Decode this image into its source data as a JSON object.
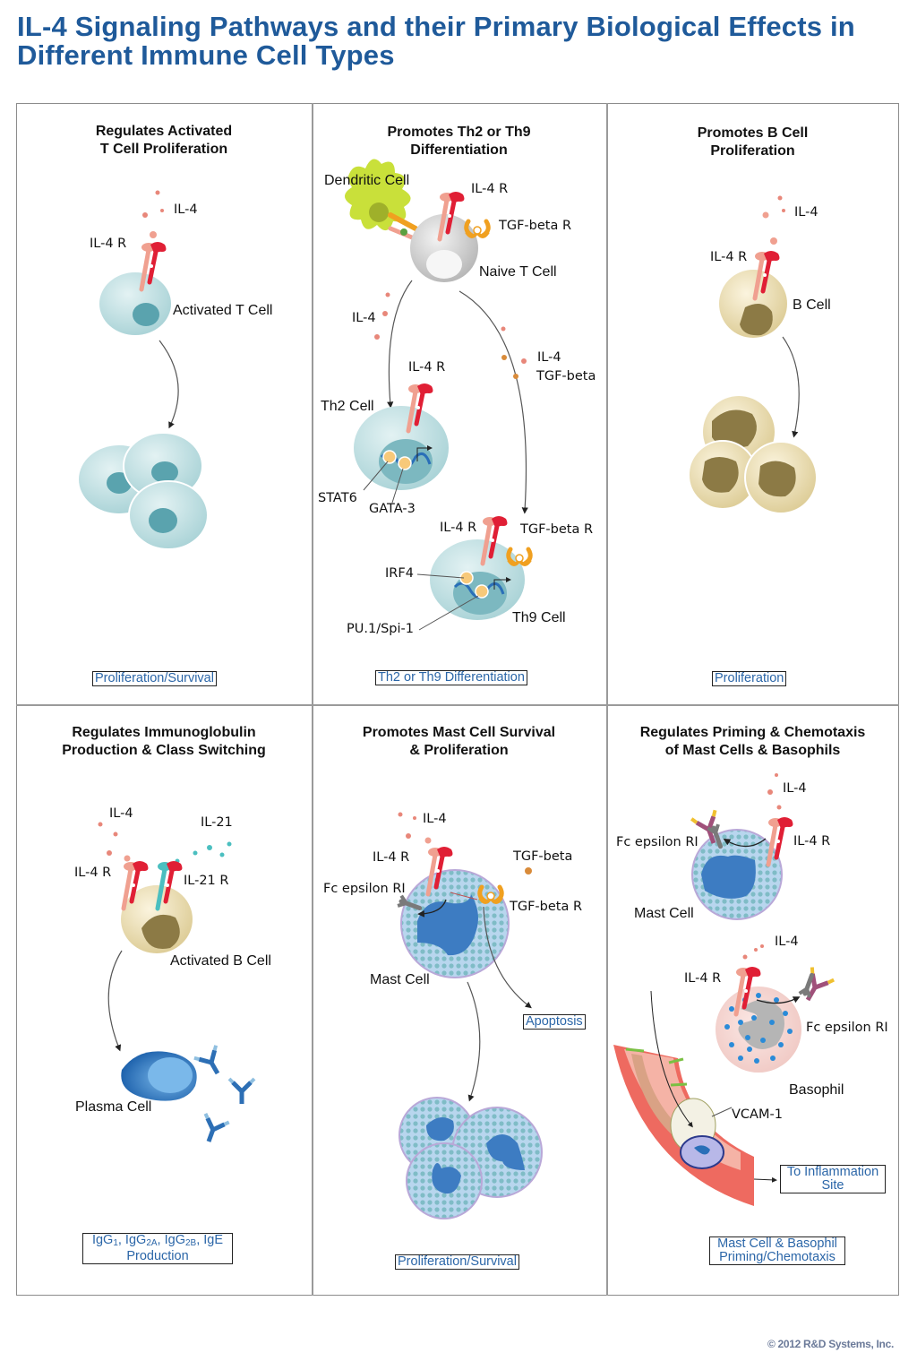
{
  "title": "IL-4 Signaling Pathways and their Primary Biological Effects in Different Immune Cell Types",
  "copyright": "© 2012 R&D Systems, Inc.",
  "colors": {
    "title": "#1f5a9a",
    "effect_text": "#2b66a8",
    "il4": "#e8877a",
    "il4r_alpha": "#f0a090",
    "il4r_gamma": "#e01f35",
    "il21": "#4bbfc0",
    "tgf_beta": "#f0a020",
    "t_cell": "#bfe0e3",
    "t_cell_nucleus": "#5aa3ae",
    "b_cell": "#e9dcb0",
    "b_cell_nucleus": "#8c7a45",
    "plasma_cell": "#2a6fb8",
    "mast_cell": "#a9cde8",
    "basophil": "#f4d6d3",
    "vessel": "#ee6a60",
    "dendritic_cell": "#c9e03a"
  },
  "panels": [
    {
      "title_line1": "Regulates Activated",
      "title_line2": "T Cell Proliferation",
      "labels": {
        "il4": "IL-4",
        "il4r": "IL-4 R",
        "cell": "Activated T Cell"
      },
      "effect": "Proliferation/Survival"
    },
    {
      "title_line1": "Promotes Th2 or Th9",
      "title_line2": "Differentiation",
      "labels": {
        "dendritic": "Dendritic Cell",
        "il4r_top": "IL-4 R",
        "tgfbr_top": "TGF-beta R",
        "naive": "Naive T Cell",
        "il4_left": "IL-4",
        "il4_right": "IL-4",
        "tgfb_right": "TGF-beta",
        "il4r_th2": "IL-4 R",
        "th2": "Th2 Cell",
        "stat6": "STAT6",
        "gata3": "GATA-3",
        "il4r_th9": "IL-4 R",
        "tgfbr_th9": "TGF-beta R",
        "irf4": "IRF4",
        "pu1": "PU.1/Spi-1",
        "th9": "Th9 Cell"
      },
      "effect": "Th2 or Th9 Differentiation"
    },
    {
      "title_line1": "Promotes B Cell",
      "title_line2": "Proliferation",
      "labels": {
        "il4": "IL-4",
        "il4r": "IL-4 R",
        "cell": "B Cell"
      },
      "effect": "Proliferation"
    },
    {
      "title_line1": "Regulates Immunoglobulin",
      "title_line2": "Production & Class Switching",
      "labels": {
        "il4": "IL-4",
        "il21": "IL-21",
        "il4r": "IL-4 R",
        "il21r": "IL-21 R",
        "cell": "Activated B Cell",
        "plasma": "Plasma Cell"
      },
      "effect": {
        "parts": [
          "IgG",
          "1",
          ", IgG",
          "2A",
          ", IgG",
          "2B",
          ", IgE"
        ],
        "line2": "Production"
      }
    },
    {
      "title_line1": "Promotes Mast Cell Survival",
      "title_line2": "& Proliferation",
      "labels": {
        "il4": "IL-4",
        "il4r": "IL-4 R",
        "tgfb": "TGF-beta",
        "fceri": "Fc epsilon RI",
        "tgfbr": "TGF-beta R",
        "cell": "Mast Cell"
      },
      "apoptosis": "Apoptosis",
      "effect": "Proliferation/Survival"
    },
    {
      "title_line1": "Regulates Priming & Chemotaxis",
      "title_line2": "of Mast Cells & Basophils",
      "labels": {
        "il4_top": "IL-4",
        "fceri_top": "Fc epsilon RI",
        "il4r_top": "IL-4 R",
        "mast": "Mast Cell",
        "il4_bottom": "IL-4",
        "il4r_bottom": "IL-4 R",
        "fceri_bottom": "Fc epsilon RI",
        "basophil": "Basophil",
        "vcam": "VCAM-1"
      },
      "inflammation_line1": "To Inflammation",
      "inflammation_line2": "Site",
      "effect_line1": "Mast Cell & Basophil",
      "effect_line2": "Priming/Chemotaxis"
    }
  ]
}
